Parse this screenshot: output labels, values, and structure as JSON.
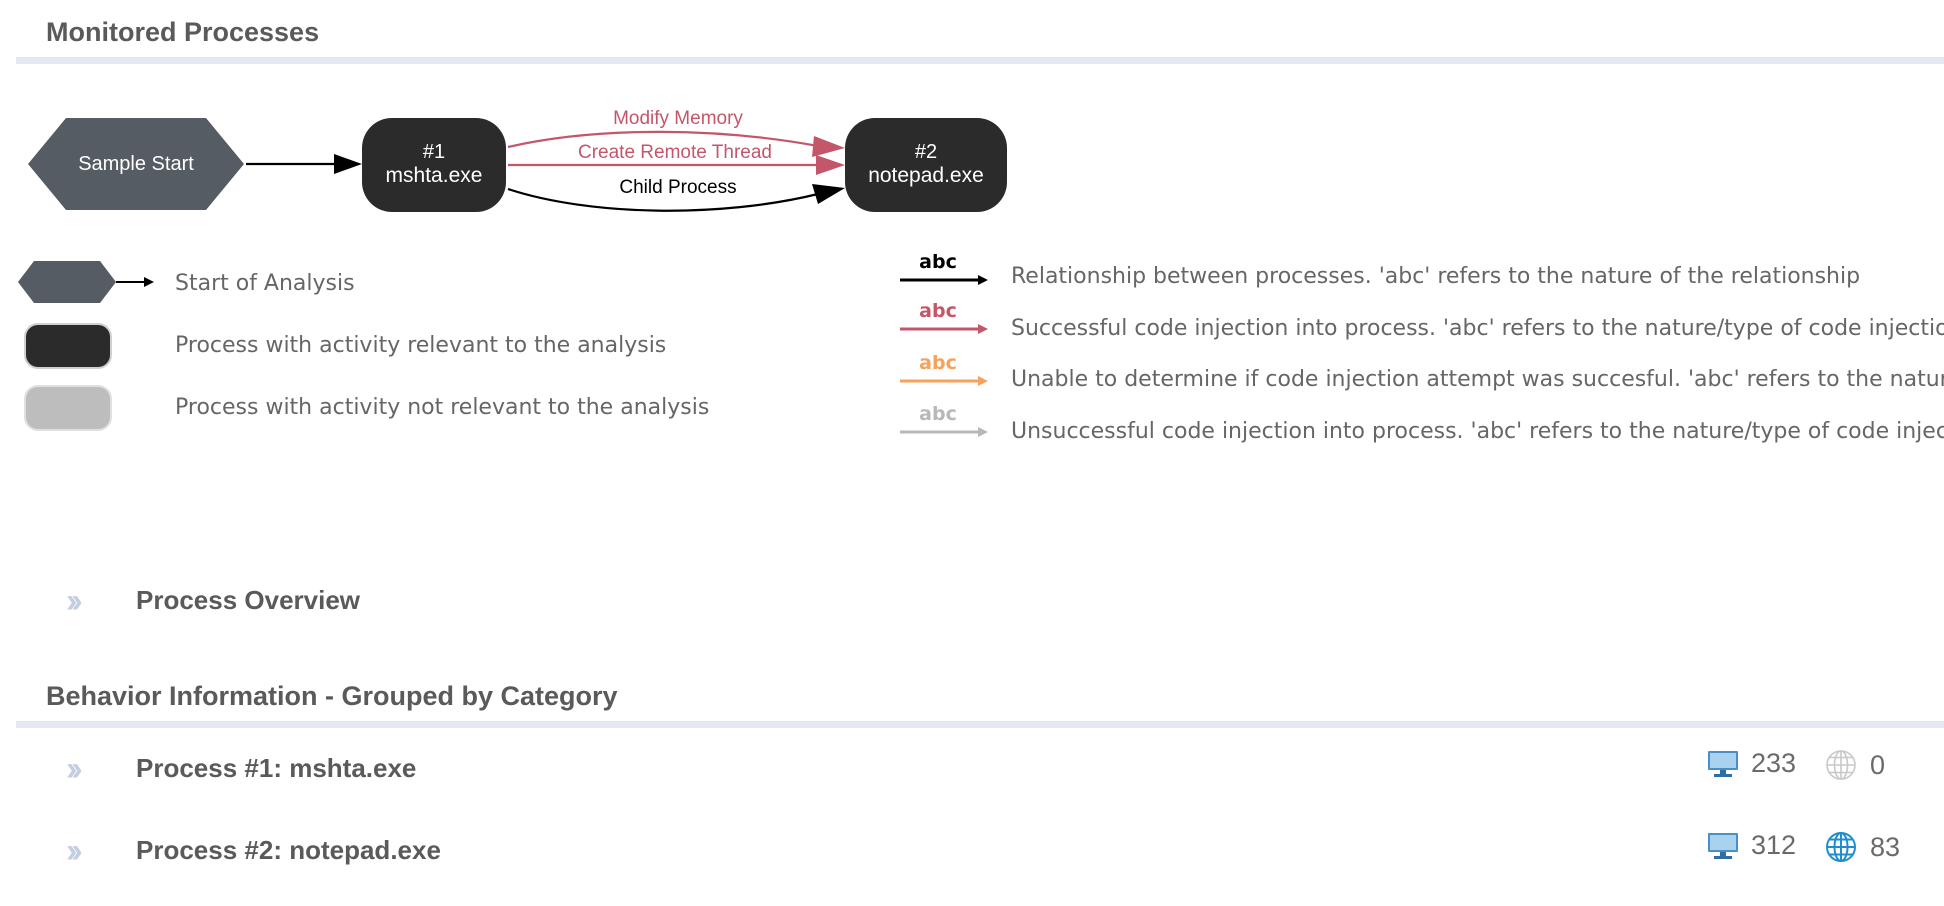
{
  "monitored": {
    "title": "Monitored Processes"
  },
  "graph": {
    "start_node": "Sample Start",
    "nodes": [
      {
        "id": "#1",
        "name": "mshta.exe"
      },
      {
        "id": "#2",
        "name": "notepad.exe"
      }
    ],
    "edges": [
      {
        "label": "Modify Memory",
        "kind": "injection-success"
      },
      {
        "label": "Create Remote Thread",
        "kind": "injection-success"
      },
      {
        "label": "Child Process",
        "kind": "relationship"
      }
    ],
    "colors": {
      "node_relevant": "#2b2b2b",
      "node_not_relevant": "#bdbdbd",
      "start_node": "#555c64",
      "relationship": "#000000",
      "injection_success": "#c4566a",
      "injection_unknown": "#f5a25a",
      "injection_fail": "#b8b8b8"
    }
  },
  "legend": {
    "left": [
      {
        "label": "Start of Analysis"
      },
      {
        "label": "Process with activity relevant to the analysis"
      },
      {
        "label": "Process with activity not relevant to the analysis"
      }
    ],
    "right": [
      {
        "abc": "abc",
        "label": "Relationship between processes. 'abc' refers to the nature of the relationship"
      },
      {
        "abc": "abc",
        "label": "Successful code injection into process. 'abc' refers to the nature/type of code injection"
      },
      {
        "abc": "abc",
        "label": "Unable to determine if code injection attempt was succesful. 'abc' refers to the nature/type"
      },
      {
        "abc": "abc",
        "label": "Unsuccessful code injection into process. 'abc' refers to the nature/type of code injection"
      }
    ]
  },
  "overview": {
    "label": "Process Overview"
  },
  "behavior": {
    "title": "Behavior Information - Grouped by Category",
    "processes": [
      {
        "label": "Process #1: mshta.exe",
        "host_count": "233",
        "network_count": "0",
        "network_active": false
      },
      {
        "label": "Process #2: notepad.exe",
        "host_count": "312",
        "network_count": "83",
        "network_active": true
      }
    ]
  }
}
